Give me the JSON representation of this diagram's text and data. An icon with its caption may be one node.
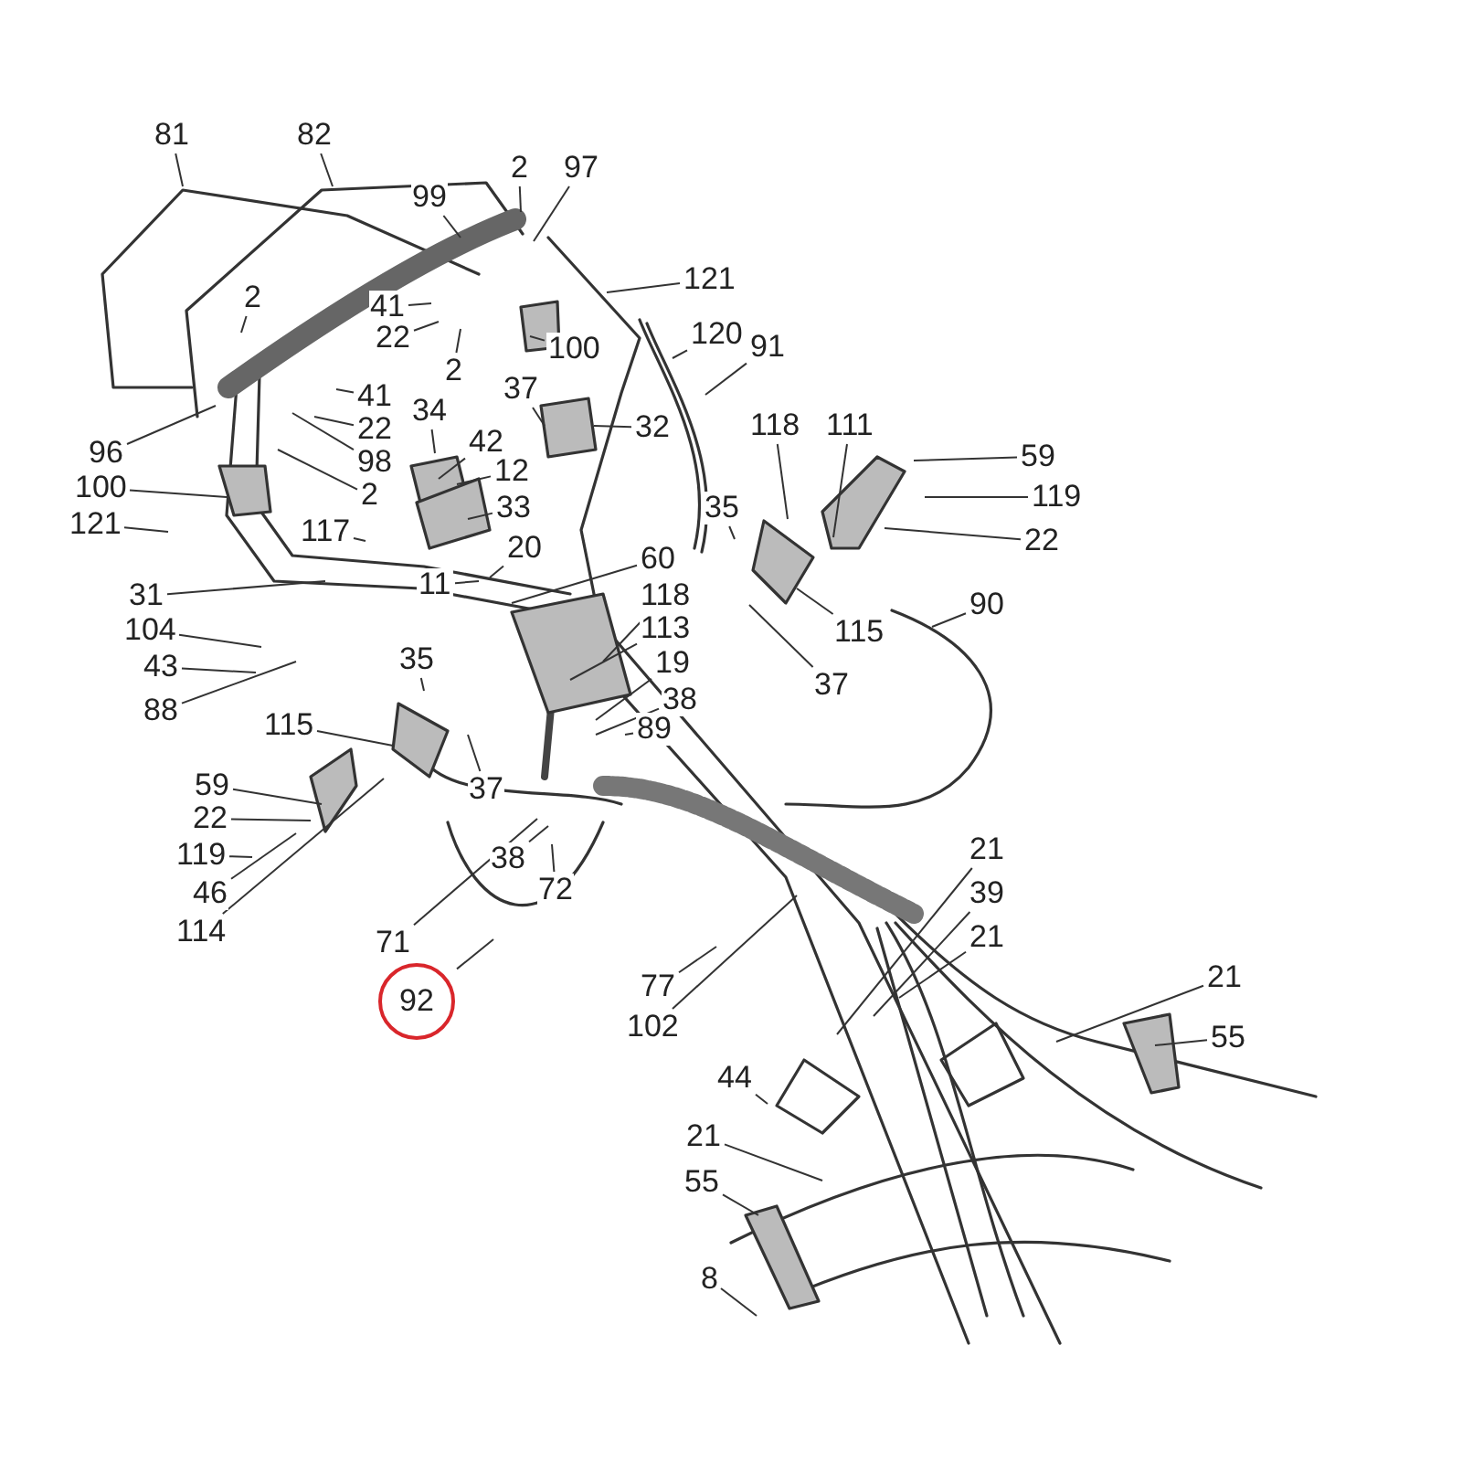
{
  "diagram": {
    "nodes": [
      {
        "text": [
          "81"
        ]
      },
      {
        "text": [
          "82"
        ]
      },
      {
        "text": [
          "2"
        ]
      },
      {
        "text": [
          "97"
        ]
      },
      {
        "text": [
          "99"
        ]
      },
      {
        "text": [
          "121"
        ]
      },
      {
        "text": [
          "41"
        ]
      },
      {
        "text": [
          "22"
        ]
      },
      {
        "text": [
          "2"
        ]
      },
      {
        "text": [
          "100"
        ]
      },
      {
        "text": [
          "120"
        ]
      },
      {
        "text": [
          "91"
        ]
      },
      {
        "text": [
          "2"
        ]
      },
      {
        "text": [
          "41"
        ]
      },
      {
        "text": [
          "22"
        ]
      },
      {
        "text": [
          "34"
        ]
      },
      {
        "text": [
          "42"
        ]
      },
      {
        "text": [
          "37"
        ]
      },
      {
        "text": [
          "32"
        ]
      },
      {
        "text": [
          "96"
        ]
      },
      {
        "text": [
          "98"
        ]
      },
      {
        "text": [
          "118"
        ]
      },
      {
        "text": [
          "111"
        ]
      },
      {
        "text": [
          "59"
        ]
      },
      {
        "text": [
          "12"
        ]
      },
      {
        "text": [
          "100"
        ]
      },
      {
        "text": [
          "2"
        ]
      },
      {
        "text": [
          "35"
        ]
      },
      {
        "text": [
          "119"
        ]
      },
      {
        "text": [
          "121"
        ]
      },
      {
        "text": [
          "33"
        ]
      },
      {
        "text": [
          "117"
        ]
      },
      {
        "text": [
          "22"
        ]
      },
      {
        "text": [
          "20"
        ]
      },
      {
        "text": [
          "60"
        ]
      },
      {
        "text": [
          "11"
        ]
      },
      {
        "text": [
          "31"
        ]
      },
      {
        "text": [
          "118"
        ]
      },
      {
        "text": [
          "115"
        ]
      },
      {
        "text": [
          "90"
        ]
      },
      {
        "text": [
          "113"
        ]
      },
      {
        "text": [
          "104"
        ]
      },
      {
        "text": [
          "35"
        ]
      },
      {
        "text": [
          "19"
        ]
      },
      {
        "text": [
          "43"
        ]
      },
      {
        "text": [
          "38"
        ]
      },
      {
        "text": [
          "37"
        ]
      },
      {
        "text": [
          "88"
        ]
      },
      {
        "text": [
          "89"
        ]
      },
      {
        "text": [
          "115"
        ]
      },
      {
        "text": [
          "59"
        ]
      },
      {
        "text": [
          "37"
        ]
      },
      {
        "text": [
          "22"
        ]
      },
      {
        "text": [
          "119"
        ]
      },
      {
        "text": [
          "38"
        ]
      },
      {
        "text": [
          "72"
        ]
      },
      {
        "text": [
          "46"
        ]
      },
      {
        "text": [
          "114"
        ]
      },
      {
        "text": [
          "71"
        ]
      },
      {
        "text": [
          "21"
        ]
      },
      {
        "text": [
          "39"
        ]
      },
      {
        "text": [
          "77"
        ]
      },
      {
        "text": [
          "21"
        ]
      },
      {
        "text": [
          "21"
        ]
      },
      {
        "text": [
          "92"
        ]
      },
      {
        "text": [
          "102"
        ]
      },
      {
        "text": [
          "55"
        ]
      },
      {
        "text": [
          "44"
        ]
      },
      {
        "text": [
          "21"
        ]
      },
      {
        "text": [
          "55"
        ]
      },
      {
        "text": [
          "8"
        ]
      }
    ],
    "edges": [
      {
        "from": 0,
        "to": null,
        "arrow": "none"
      },
      {
        "from": 1,
        "to": null,
        "arrow": "none"
      },
      {
        "from": 2,
        "to": null,
        "arrow": "none"
      },
      {
        "from": 3,
        "to": null,
        "arrow": "none"
      },
      {
        "from": 4,
        "to": null,
        "arrow": "none"
      },
      {
        "from": 5,
        "to": null,
        "arrow": "none"
      },
      {
        "from": 6,
        "to": null,
        "arrow": "none"
      },
      {
        "from": 7,
        "to": null,
        "arrow": "none"
      },
      {
        "from": 8,
        "to": null,
        "arrow": "none"
      },
      {
        "from": 9,
        "to": null,
        "arrow": "none"
      },
      {
        "from": 10,
        "to": null,
        "arrow": "none"
      },
      {
        "from": 11,
        "to": null,
        "arrow": "none"
      },
      {
        "from": 12,
        "to": null,
        "arrow": "none"
      },
      {
        "from": 13,
        "to": null,
        "arrow": "none"
      },
      {
        "from": 14,
        "to": null,
        "arrow": "none"
      },
      {
        "from": 15,
        "to": null,
        "arrow": "none"
      },
      {
        "from": 16,
        "to": null,
        "arrow": "none"
      },
      {
        "from": 17,
        "to": null,
        "arrow": "none"
      },
      {
        "from": 18,
        "to": null,
        "arrow": "none"
      },
      {
        "from": 19,
        "to": null,
        "arrow": "none"
      },
      {
        "from": 20,
        "to": null,
        "arrow": "none"
      },
      {
        "from": 21,
        "to": null,
        "arrow": "none"
      },
      {
        "from": 22,
        "to": null,
        "arrow": "none"
      },
      {
        "from": 23,
        "to": null,
        "arrow": "none"
      },
      {
        "from": 24,
        "to": null,
        "arrow": "none"
      },
      {
        "from": 25,
        "to": null,
        "arrow": "none"
      },
      {
        "from": 26,
        "to": null,
        "arrow": "none"
      },
      {
        "from": 27,
        "to": null,
        "arrow": "none"
      },
      {
        "from": 28,
        "to": null,
        "arrow": "none"
      },
      {
        "from": 29,
        "to": null,
        "arrow": "none"
      },
      {
        "from": 30,
        "to": null,
        "arrow": "none"
      },
      {
        "from": 31,
        "to": null,
        "arrow": "none"
      },
      {
        "from": 32,
        "to": null,
        "arrow": "none"
      },
      {
        "from": 33,
        "to": null,
        "arrow": "none"
      },
      {
        "from": 34,
        "to": null,
        "arrow": "none"
      },
      {
        "from": 35,
        "to": null,
        "arrow": "none"
      },
      {
        "from": 36,
        "to": null,
        "arrow": "none"
      },
      {
        "from": 37,
        "to": null,
        "arrow": "none"
      },
      {
        "from": 38,
        "to": null,
        "arrow": "none"
      },
      {
        "from": 39,
        "to": null,
        "arrow": "none"
      },
      {
        "from": 40,
        "to": null,
        "arrow": "none"
      },
      {
        "from": 41,
        "to": null,
        "arrow": "none"
      },
      {
        "from": 42,
        "to": null,
        "arrow": "none"
      },
      {
        "from": 43,
        "to": null,
        "arrow": "none"
      },
      {
        "from": 44,
        "to": null,
        "arrow": "none"
      },
      {
        "from": 45,
        "to": null,
        "arrow": "none"
      },
      {
        "from": 46,
        "to": null,
        "arrow": "none"
      },
      {
        "from": 47,
        "to": null,
        "arrow": "none"
      },
      {
        "from": 48,
        "to": null,
        "arrow": "none"
      },
      {
        "from": 49,
        "to": null,
        "arrow": "none"
      },
      {
        "from": 50,
        "to": null,
        "arrow": "none"
      },
      {
        "from": 51,
        "to": null,
        "arrow": "none"
      },
      {
        "from": 52,
        "to": null,
        "arrow": "none"
      },
      {
        "from": 53,
        "to": null,
        "arrow": "none"
      },
      {
        "from": 54,
        "to": null,
        "arrow": "none"
      },
      {
        "from": 55,
        "to": null,
        "arrow": "none"
      },
      {
        "from": 56,
        "to": null,
        "arrow": "none"
      },
      {
        "from": 57,
        "to": null,
        "arrow": "none"
      },
      {
        "from": 58,
        "to": null,
        "arrow": "none"
      },
      {
        "from": 59,
        "to": null,
        "arrow": "none"
      },
      {
        "from": 60,
        "to": null,
        "arrow": "none"
      },
      {
        "from": 61,
        "to": null,
        "arrow": "none"
      },
      {
        "from": 62,
        "to": null,
        "arrow": "none"
      },
      {
        "from": 63,
        "to": null,
        "arrow": "none"
      },
      {
        "from": 64,
        "to": null,
        "arrow": "none"
      },
      {
        "from": 65,
        "to": null,
        "arrow": "none"
      },
      {
        "from": 66,
        "to": null,
        "arrow": "none"
      },
      {
        "from": 67,
        "to": null,
        "arrow": "none"
      },
      {
        "from": 68,
        "to": null,
        "arrow": "none"
      },
      {
        "from": 69,
        "to": null,
        "arrow": "none"
      },
      {
        "from": 70,
        "to": null,
        "arrow": "none"
      }
    ]
  }
}
